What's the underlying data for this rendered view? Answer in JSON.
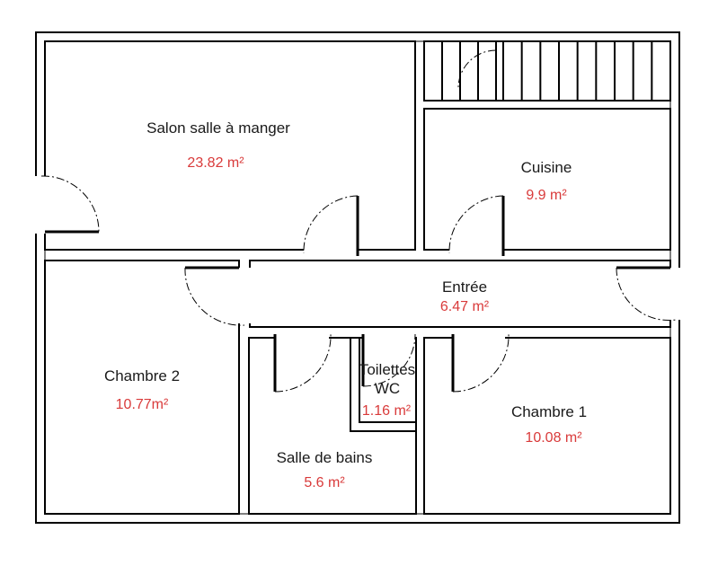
{
  "colors": {
    "wall": "#000000",
    "label": "#1a1a1a",
    "area": "#d93a3a"
  },
  "rooms": {
    "salon": {
      "name": "Salon salle à manger",
      "area": "23.82 m²"
    },
    "cuisine": {
      "name": "Cuisine",
      "area": "9.9 m²"
    },
    "entree": {
      "name": "Entrée",
      "area": "6.47 m²"
    },
    "chambre2": {
      "name": "Chambre 2",
      "area": "10.77m²"
    },
    "toilettes": {
      "name_line1": "Toilettes",
      "name_line2": "WC",
      "area": "1.16 m²"
    },
    "chambre1": {
      "name": "Chambre 1",
      "area": "10.08 m²"
    },
    "salle_de_bains": {
      "name": "Salle de bains",
      "area": "5.6 m²"
    }
  },
  "stairs": {
    "steps_left": 4,
    "steps_right": 9
  }
}
